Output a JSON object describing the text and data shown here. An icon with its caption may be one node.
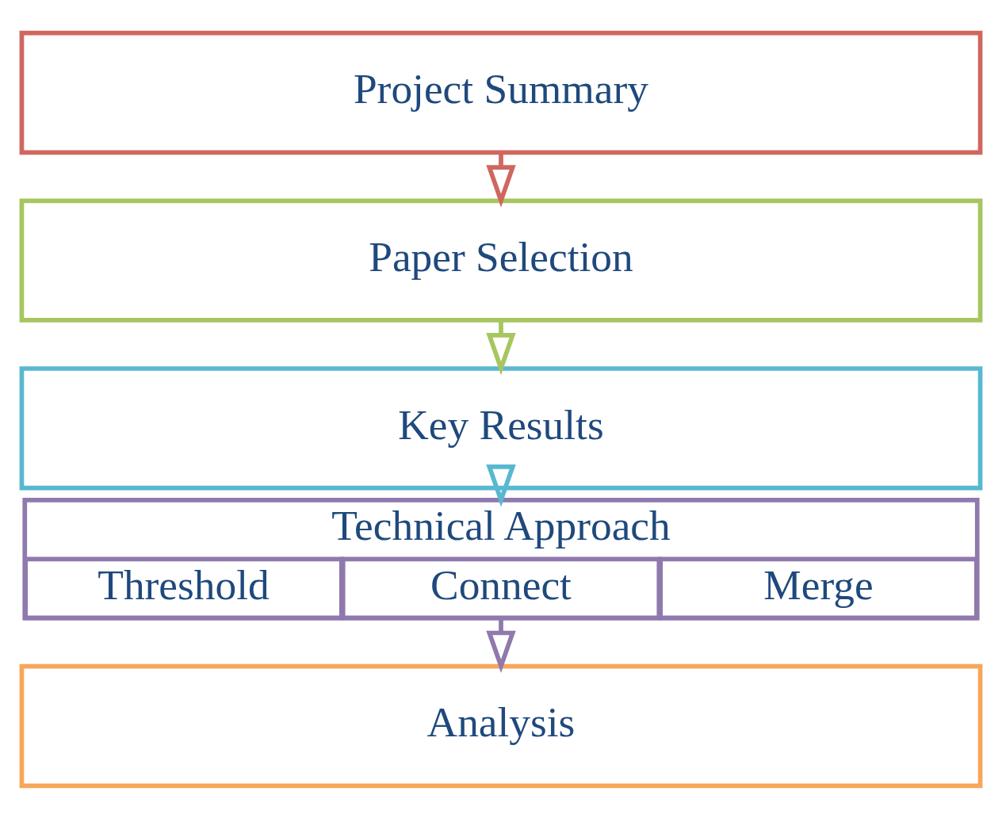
{
  "diagram": {
    "nodes": [
      {
        "text": [
          "Project Summary"
        ]
      },
      {
        "text": [
          "Paper Selection"
        ]
      },
      {
        "text": [
          "Key Results"
        ]
      },
      {
        "text": [
          "Technical Approach"
        ]
      },
      {
        "text": [
          "Threshold"
        ],
        "in": 3
      },
      {
        "text": [
          "Connect"
        ],
        "in": 3
      },
      {
        "text": [
          "Merge"
        ],
        "in": 3
      },
      {
        "text": [
          "Analysis"
        ]
      }
    ],
    "edges": [
      {
        "from": 0,
        "to": 1,
        "arrow": "to",
        "color": "#d0675f"
      },
      {
        "from": 1,
        "to": 2,
        "arrow": "to",
        "color": "#a6c660"
      },
      {
        "from": 2,
        "to": 3,
        "arrow": "to",
        "color": "#58b8d0"
      },
      {
        "from": 3,
        "to": 7,
        "arrow": "to",
        "color": "#9079ad"
      }
    ]
  }
}
